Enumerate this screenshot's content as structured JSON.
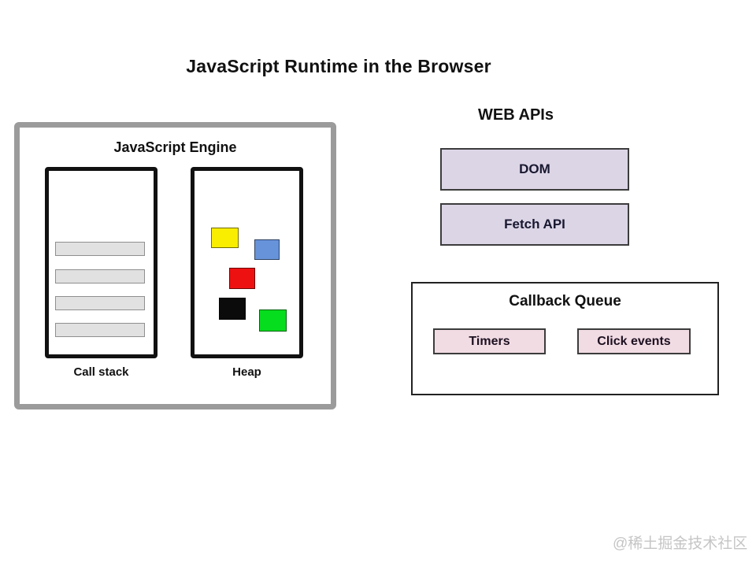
{
  "page": {
    "title": "JavaScript Runtime in the Browser",
    "watermark": "@稀土掘金技术社区",
    "background": "#ffffff"
  },
  "engine": {
    "title": "JavaScript Engine",
    "border_color": "#9b9b9b",
    "call_stack": {
      "label": "Call stack",
      "frame_count": 4,
      "frame_color": "#e1e1e1"
    },
    "heap": {
      "label": "Heap",
      "objects": [
        {
          "name": "yellow-block",
          "color": "#f9ee00"
        },
        {
          "name": "blue-block",
          "color": "#6793da"
        },
        {
          "name": "red-block",
          "color": "#ee1111"
        },
        {
          "name": "black-block",
          "color": "#0b0b0b"
        },
        {
          "name": "green-block",
          "color": "#06dd1e"
        }
      ]
    }
  },
  "web_apis": {
    "title": "WEB APIs",
    "fill": "#dcd5e6",
    "items": [
      {
        "label": "DOM"
      },
      {
        "label": "Fetch API"
      }
    ]
  },
  "callback_queue": {
    "title": "Callback Queue",
    "fill": "#f2dce4",
    "items": [
      {
        "label": "Timers"
      },
      {
        "label": "Click events"
      }
    ]
  }
}
